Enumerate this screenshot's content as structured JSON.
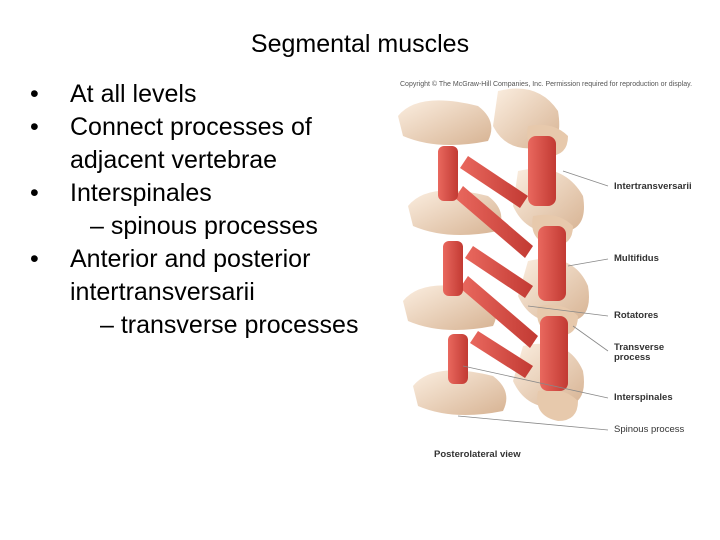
{
  "slide": {
    "title": "Segmental muscles",
    "bullets": [
      {
        "text": "At all levels"
      },
      {
        "text": "Connect processes of adjacent vertebrae"
      },
      {
        "text": "Interspinales",
        "sub": "– spinous processes"
      },
      {
        "text": "Anterior and posterior intertransversarii",
        "sub": "– transverse processes"
      }
    ]
  },
  "figure": {
    "copyright": "Copyright © The McGraw-Hill Companies, Inc. Permission required for reproduction or display.",
    "labels": {
      "intertransversarii": "Intertransversarii",
      "multifidus": "Multifidus",
      "rotatores": "Rotatores",
      "transverse_process": "Transverse process",
      "interspinales": "Interspinales",
      "spinous_process": "Spinous process"
    },
    "caption": "Posterolateral view",
    "colors": {
      "bone": "#f2dcc7",
      "bone_shadow": "#d9b79a",
      "muscle": "#d8463f",
      "muscle_light": "#ef8a80"
    }
  }
}
